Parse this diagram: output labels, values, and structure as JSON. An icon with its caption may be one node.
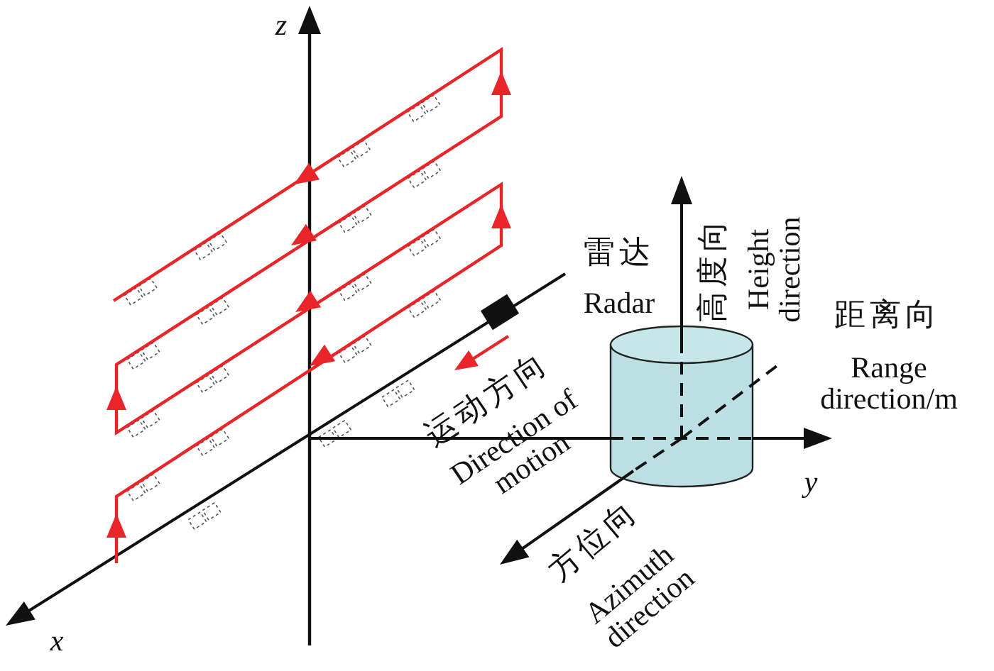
{
  "diagram": {
    "labels": [
      "z",
      "雷达",
      "Radar",
      "高度向",
      "Height direction",
      "距离向",
      "Range direction/m",
      "运动方向",
      "Direction of motion",
      "y",
      "方位向",
      "Azimuth direction",
      "x"
    ]
  }
}
